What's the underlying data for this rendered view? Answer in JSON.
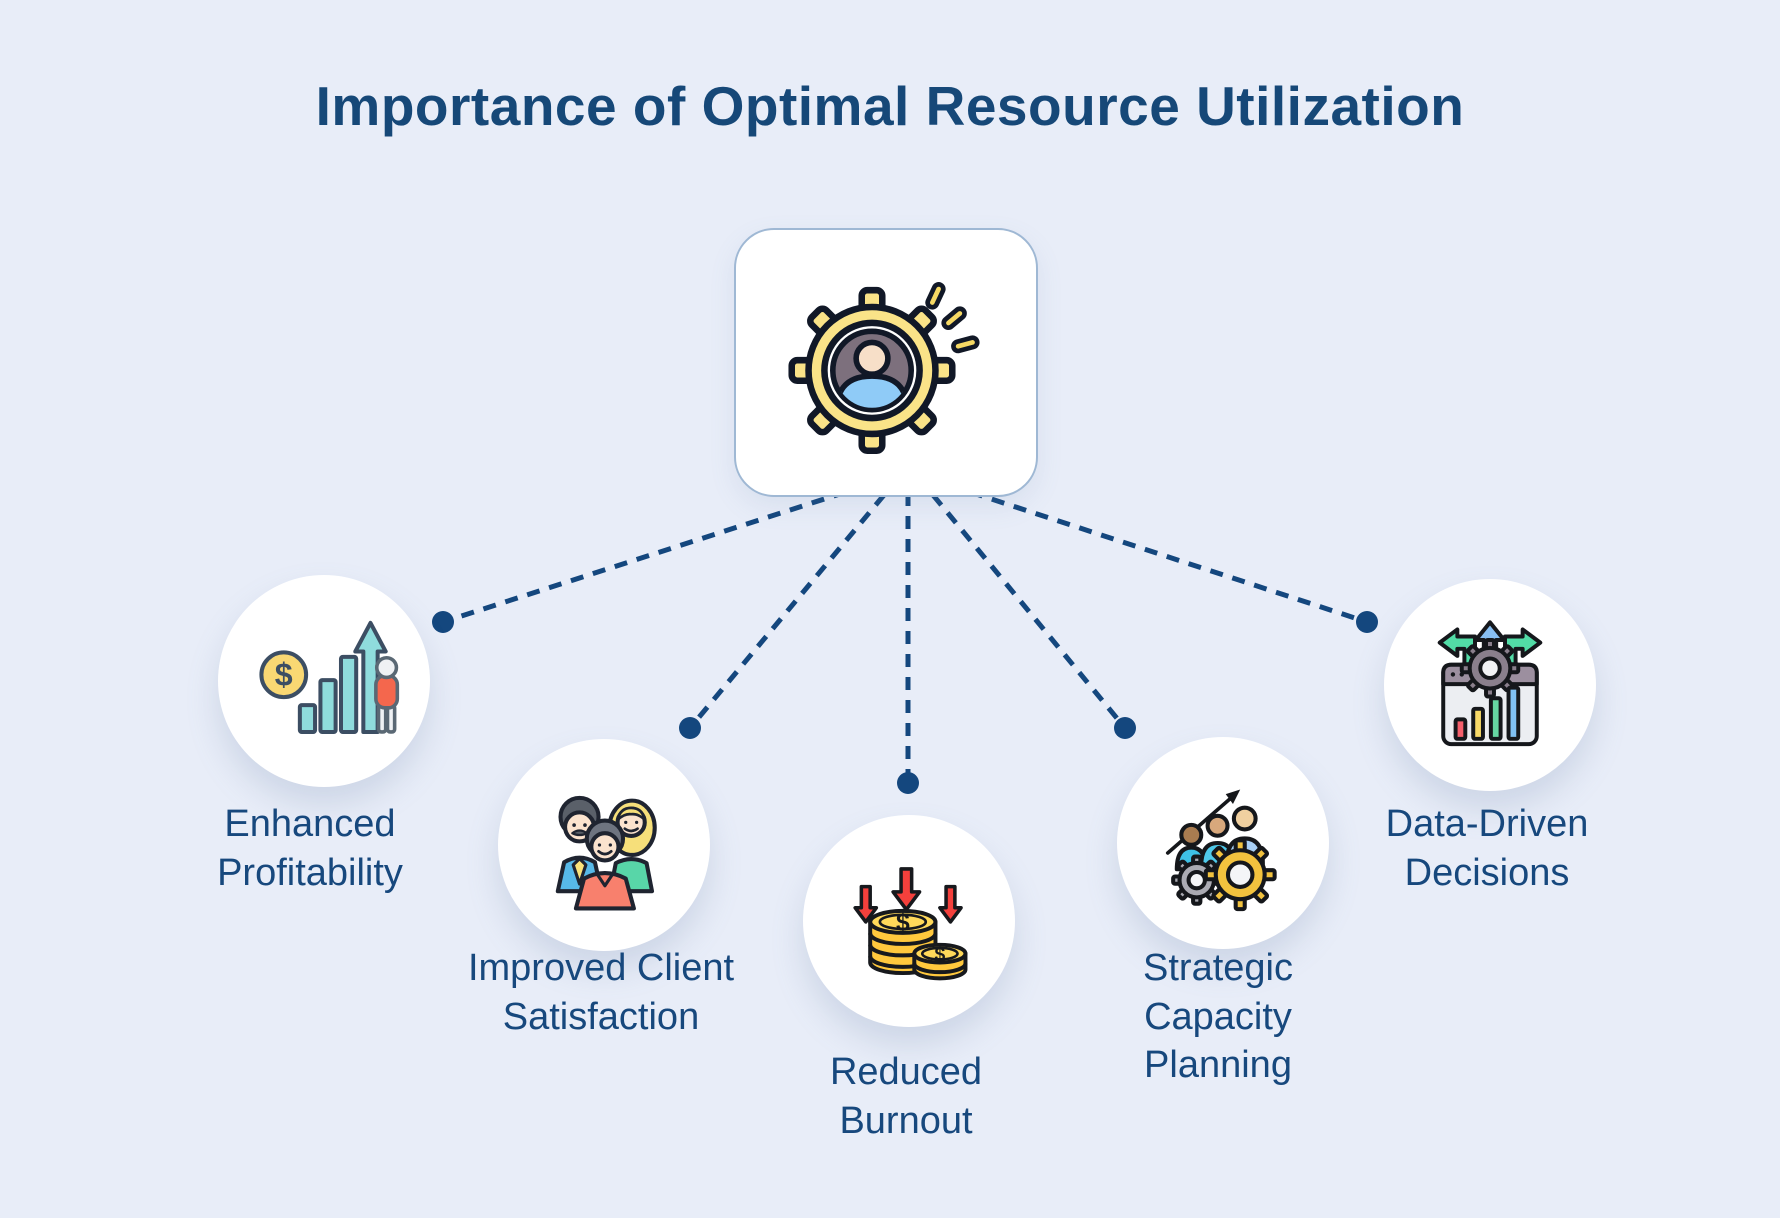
{
  "title": "Importance of Optimal Resource Utilization",
  "center": {
    "icon": "gear-person-icon"
  },
  "nodes": [
    {
      "id": "enhanced-profitability",
      "icon": "profit-growth-chart-icon",
      "label": "Enhanced\nProfitability"
    },
    {
      "id": "improved-client-satisfaction",
      "icon": "clients-group-icon",
      "label": "Improved Client\nSatisfaction"
    },
    {
      "id": "reduced-burnout",
      "icon": "coins-decrease-icon",
      "label": "Reduced\nBurnout"
    },
    {
      "id": "strategic-capacity-planning",
      "icon": "team-gears-growth-icon",
      "label": "Strategic\nCapacity\nPlanning"
    },
    {
      "id": "data-driven-decisions",
      "icon": "dashboard-gear-arrows-icon",
      "label": "Data-Driven\nDecisions"
    }
  ],
  "colors": {
    "background": "#E8EDF8",
    "title_text": "#164878",
    "label_text": "#17487D",
    "connector": "#14477E",
    "card_border": "#9FB8D4",
    "node_background": "#FFFFFF",
    "gear_yellow": "#FAE388",
    "person_blue": "#8FCBF7",
    "teal": "#8FDCDC",
    "coin_gold": "#FFC83D",
    "arrow_red": "#F4403C",
    "arrow_green": "#52DCA6",
    "gear_gold": "#F2C23E"
  }
}
